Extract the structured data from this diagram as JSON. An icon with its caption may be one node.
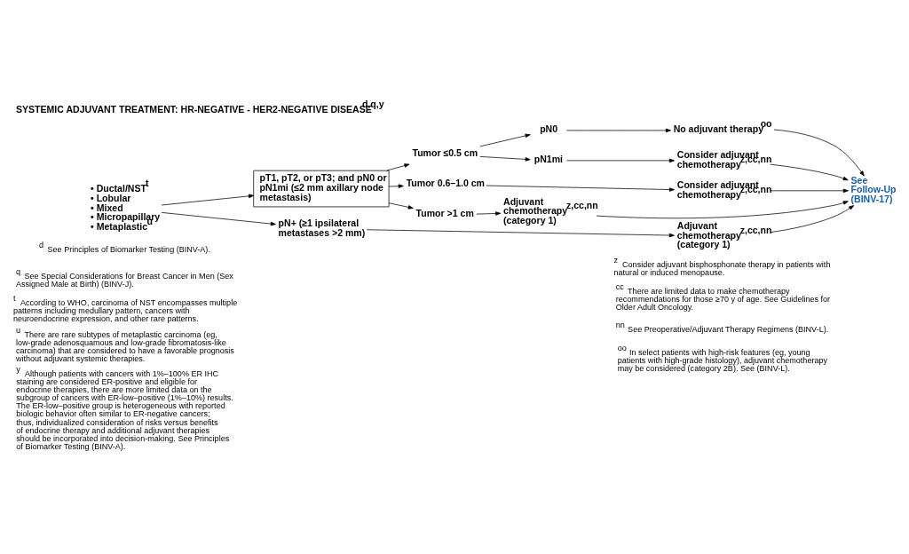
{
  "diagram": {
    "title": "SYSTEMIC ADJUVANT TREATMENT: HR-NEGATIVE - HER2-NEGATIVE DISEASE$^{d,q,y}$",
    "nodes": [
      {
        "text": [
          "• Ductal/NST$^{t}$",
          "• Lobular",
          "• Mixed",
          "• Micropapillary",
          "• Metaplastic$^{u}$"
        ]
      },
      {
        "text": [
          "pT1, pT2, or pT3; and pN0 or pN1mi (≤2 mm axillary node metastasis)"
        ]
      },
      {
        "text": [
          "pN+ (≥1 ipsilateral metastases >2 mm)"
        ]
      },
      {
        "text": [
          "Tumor ≤0.5 cm"
        ]
      },
      {
        "text": [
          "Tumor 0.6–1.0 cm"
        ]
      },
      {
        "text": [
          "Tumor >1 cm"
        ]
      },
      {
        "text": [
          "pN0"
        ]
      },
      {
        "text": [
          "pN1mi"
        ]
      },
      {
        "text": [
          "No adjuvant therapy$^{oo}$"
        ]
      },
      {
        "text": [
          "Consider adjuvant chemotherapy$^{z,cc,nn}$"
        ]
      },
      {
        "text": [
          "Consider adjuvant chemotherapy$^{z,cc,nn}$"
        ]
      },
      {
        "text": [
          "Adjuvant chemotherapy$^{z,cc,nn}$ (category 1)"
        ]
      },
      {
        "text": [
          "Adjuvant chemotherapy$^{z,cc,nn}$ (category 1)"
        ]
      },
      {
        "text": [
          "See Follow-Up (BINV-17)"
        ]
      }
    ],
    "edges": [
      {
        "from": 0,
        "to": 1,
        "arrow": "to"
      },
      {
        "from": 0,
        "to": 2,
        "arrow": "to"
      },
      {
        "from": 1,
        "to": 3,
        "arrow": "to"
      },
      {
        "from": 1,
        "to": 4,
        "arrow": "to"
      },
      {
        "from": 1,
        "to": 5,
        "arrow": "to"
      },
      {
        "from": 3,
        "to": 6,
        "arrow": "to"
      },
      {
        "from": 3,
        "to": 7,
        "arrow": "to"
      },
      {
        "from": 6,
        "to": 8,
        "arrow": "to"
      },
      {
        "from": 7,
        "to": 9,
        "arrow": "to"
      },
      {
        "from": 4,
        "to": 10,
        "arrow": "to"
      },
      {
        "from": 5,
        "to": 11,
        "arrow": "to"
      },
      {
        "from": 2,
        "to": 12,
        "arrow": "to"
      },
      {
        "from": 8,
        "to": 13,
        "arrow": "to"
      },
      {
        "from": 9,
        "to": 13,
        "arrow": "to"
      },
      {
        "from": 10,
        "to": 13,
        "arrow": "to"
      },
      {
        "from": 11,
        "to": 13,
        "arrow": "to"
      },
      {
        "from": 12,
        "to": 13,
        "arrow": "to"
      }
    ],
    "labels": [
      "$^{d}$ See Principles of Biomarker Testing (BINV-A).",
      "$^{q}$ See Special Considerations for Breast Cancer in Men (Sex Assigned Male at Birth) (BINV-J).",
      "$^{t}$ According to WHO, carcinoma of NST encompasses multiple patterns including medullary pattern, cancers with neuroendocrine expression, and other rare patterns.",
      "$^{u}$ There are rare subtypes of metaplastic carcinoma (eg, low-grade adenosquamous and low-grade fibromatosis-like carcinoma) that are considered to have a favorable prognosis without adjuvant systemic therapies.",
      "$^{y}$ Although patients with cancers with 1%–100% ER IHC staining are considered ER-positive and eligible for endocrine therapies, there are more limited data on the subgroup of cancers with ER-low–positive (1%–10%) results. The ER-low–positive group is heterogeneous with reported biologic behavior often similar to ER-negative cancers; thus, individualized consideration of risks versus benefits of endocrine therapy and additional adjuvant therapies should be incorporated into decision-making. See Principles of Biomarker Testing (BINV-A).",
      "$^{z}$ Consider adjuvant bisphosphonate therapy in patients with natural or induced menopause.",
      "$^{cc}$ There are limited data to make chemotherapy recommendations for those ≥70 y of age. See Guidelines for Older Adult Oncology.",
      "$^{nn}$ See Preoperative/Adjuvant Therapy Regimens (BINV-L).",
      "$^{oo}$ In select patients with high-risk features (eg, young patients with high-grade histology), adjuvant chemotherapy may be considered (category 2B). See (BINV-L)."
    ]
  }
}
